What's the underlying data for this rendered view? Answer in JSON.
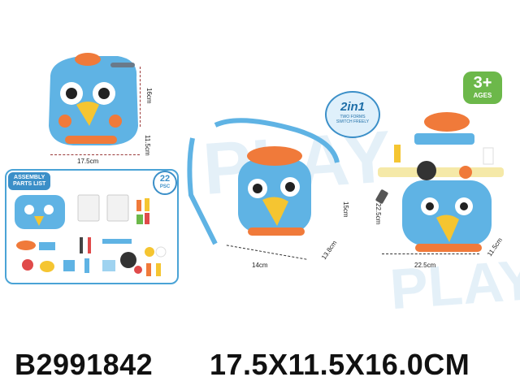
{
  "product": {
    "code": "B2991842",
    "size": "17.5X11.5X16.0CM"
  },
  "dimensions": {
    "top_height": "16cm",
    "top_width": "17.5cm",
    "top_depth": "11.5cm",
    "bag_height": "15cm",
    "bag_width": "14cm",
    "bag_depth": "13.8cm",
    "kitchen_height": "22.5cm",
    "kitchen_width": "22.5cm",
    "kitchen_depth": "11.5cm"
  },
  "parts_list": {
    "label_line1": "ASSEMBLY",
    "label_line2": "PARTS LIST",
    "count": "22",
    "unit": "PSC"
  },
  "age_badge": {
    "value": "3+",
    "label": "AGES"
  },
  "mode_badge": {
    "title": "2in1",
    "line1": "TWO FORMS",
    "line2": "SWITCH FREELY"
  },
  "watermark": {
    "text": "PLAY"
  },
  "colors": {
    "toy_blue": "#5fb3e4",
    "toy_orange": "#f07a3a",
    "beak_yellow": "#f5c531",
    "accent_blue": "#3b8fc8",
    "age_green": "#6cb84a"
  }
}
